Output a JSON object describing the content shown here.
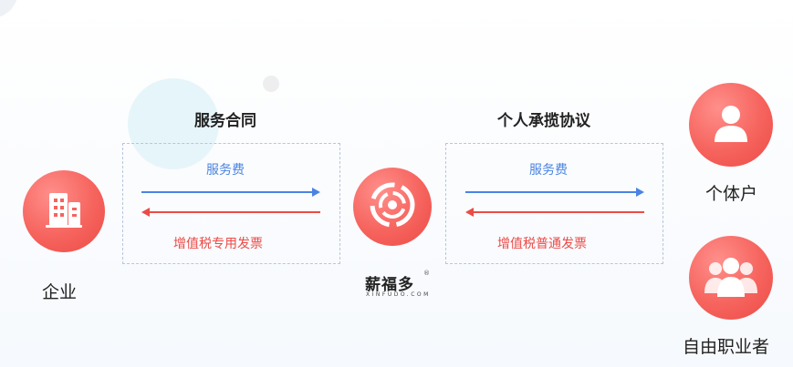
{
  "colors": {
    "accent_red": "#f6635d",
    "arrow_blue": "#4a84e2",
    "arrow_red": "#ec4b46",
    "box_border": "#b9c6db"
  },
  "left": {
    "node_label": "企业",
    "node_icon": "building-icon",
    "contract_title": "服务合同",
    "fee_label": "服务费",
    "invoice_label": "增值税专用发票"
  },
  "center": {
    "brand_name": "薪福多",
    "brand_registered": "®",
    "brand_domain": "XINFUDO.COM",
    "brand_icon": "swirl-logo-icon"
  },
  "right": {
    "contract_title": "个人承揽协议",
    "fee_label": "服务费",
    "invoice_label": "增值税普通发票"
  },
  "recipients": [
    {
      "label": "个体户",
      "icon": "person-icon"
    },
    {
      "label": "自由职业者",
      "icon": "group-icon"
    }
  ]
}
